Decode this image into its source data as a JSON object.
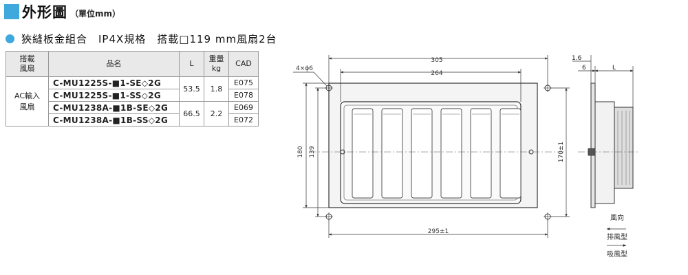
{
  "heading": {
    "title": "外形圖",
    "unit": "（單位mm）"
  },
  "subheading": "狹縫板金組合　IP4X規格　搭載□119 mm風扇2台",
  "table": {
    "headers": {
      "power": "搭載\n風扇",
      "model": "品名",
      "L": "L",
      "weight": "重量\nkg",
      "cad": "CAD"
    },
    "power_label": "AC輸入\n風扇",
    "rows": [
      {
        "model": "C-MU1225S-■1-SE◇2G",
        "L": "53.5",
        "weight": "1.8",
        "cad": "E075"
      },
      {
        "model": "C-MU1225S-■1-SS◇2G",
        "L": "53.5",
        "weight": "1.8",
        "cad": "E078"
      },
      {
        "model": "C-MU1238A-■1B-SE◇2G",
        "L": "66.5",
        "weight": "2.2",
        "cad": "E069"
      },
      {
        "model": "C-MU1238A-■1B-SS◇2G",
        "L": "66.5",
        "weight": "2.2",
        "cad": "E072"
      }
    ]
  },
  "drawing": {
    "hole_label": "4×ϕ6",
    "dim_305": "305",
    "dim_264": "264",
    "dim_180": "180",
    "dim_139": "139",
    "dim_170": "170±1",
    "dim_295": "295±1",
    "side_16": "1.6",
    "side_6": "6",
    "side_L": "L",
    "airflow": {
      "title": "風向",
      "exhaust": "排風型",
      "intake": "吸風型"
    }
  }
}
